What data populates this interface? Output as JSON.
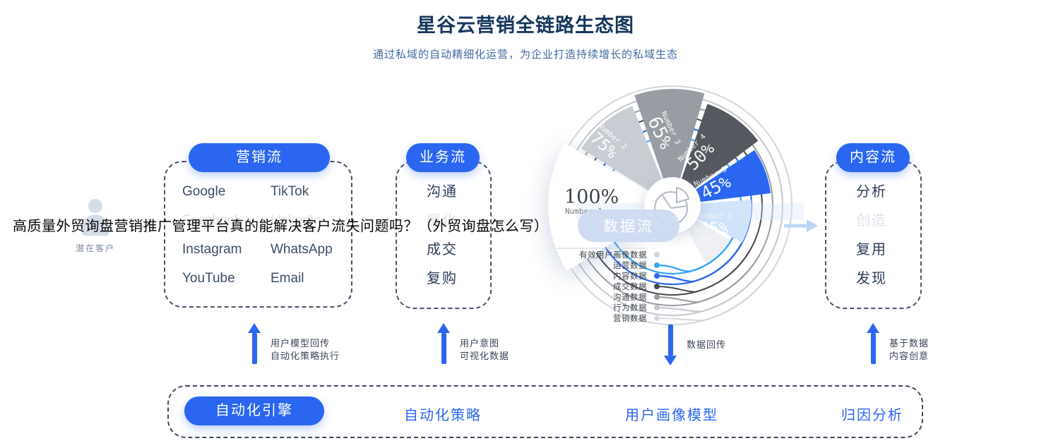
{
  "header": {
    "title": "星谷云营销全链路生态图",
    "subtitle": "通过私域的自动精细化运营，为企业打造持续增长的私域生态"
  },
  "overlay_headline": "高质量外贸询盘营销推广管理平台真的能解决客户流失问题吗？（外贸询盘怎么写）",
  "customer": {
    "label": "潜在客户"
  },
  "colors": {
    "primary_blue": "#2a66f0",
    "title_navy": "#17365d",
    "subtitle_blue": "#41689e",
    "dash_border": "#47536e",
    "badge_light_blue": "#ccd9f1",
    "light_arrow": "#bcd6f3"
  },
  "flows": {
    "marketing": {
      "title": "营销流",
      "items": [
        "Google",
        "TikTok",
        "Facebook",
        "LinkedIn",
        "Instagram",
        "WhatsApp",
        "YouTube",
        "Email"
      ],
      "obscured_indices": [
        2,
        3
      ]
    },
    "business": {
      "title": "业务流",
      "items": [
        "沟通",
        "孵化",
        "成交",
        "复购"
      ],
      "obscured_indices": [
        1
      ]
    },
    "content": {
      "title": "内容流",
      "items": [
        "分析",
        "创造",
        "复用",
        "发现"
      ],
      "faded_indices": [
        1
      ]
    }
  },
  "arrows": [
    {
      "direction": "up",
      "lines": [
        "用户模型回传",
        "自动化策略执行"
      ]
    },
    {
      "direction": "up",
      "lines": [
        "用户意图",
        "可视化数据"
      ]
    },
    {
      "direction": "down",
      "lines": [
        "数据回传"
      ]
    },
    {
      "direction": "up",
      "lines": [
        "基于数据",
        "内容创意"
      ]
    }
  ],
  "bottom_bar": {
    "items": [
      {
        "label": "自动化引擎",
        "style": "pill"
      },
      {
        "label": "自动化策略",
        "style": "text"
      },
      {
        "label": "用户画像模型",
        "style": "text"
      },
      {
        "label": "归因分析",
        "style": "text"
      }
    ]
  },
  "chart_data": {
    "type": "pie",
    "variant": "nightingale-rose",
    "badge": "数据流",
    "segments": [
      {
        "label": "Number 1",
        "value": 100,
        "display": "100%",
        "color": "#ffffff"
      },
      {
        "label": "Number 2",
        "value": 75,
        "display": "75%",
        "color": "#c9cdd3"
      },
      {
        "label": "Number 3",
        "value": 65,
        "display": "65%",
        "color": "#989da4"
      },
      {
        "label": "Number 4",
        "value": 50,
        "display": "50%",
        "color": "#55585e"
      },
      {
        "label": "Number 5",
        "value": 45,
        "display": "45%",
        "color": "#2a66f0"
      },
      {
        "label": "Number 6",
        "value": 35,
        "display": "35%",
        "color": "#cfe4fb"
      },
      {
        "label": "Number 7",
        "value": 20,
        "display": "20%",
        "color": "#eef0f3"
      }
    ],
    "stream_labels": [
      {
        "text": "有效用户画像数据",
        "color": "#d8dce1"
      },
      {
        "text": "运营数据",
        "color": "#36a6f7"
      },
      {
        "text": "内容数据",
        "color": "#2e69f1"
      },
      {
        "text": "成交数据",
        "color": "#46494e"
      },
      {
        "text": "沟通数据",
        "color": "#989ca2"
      },
      {
        "text": "行为数据",
        "color": "#c4c8cd"
      },
      {
        "text": "营销数据",
        "color": "#d4d8dd"
      }
    ]
  }
}
